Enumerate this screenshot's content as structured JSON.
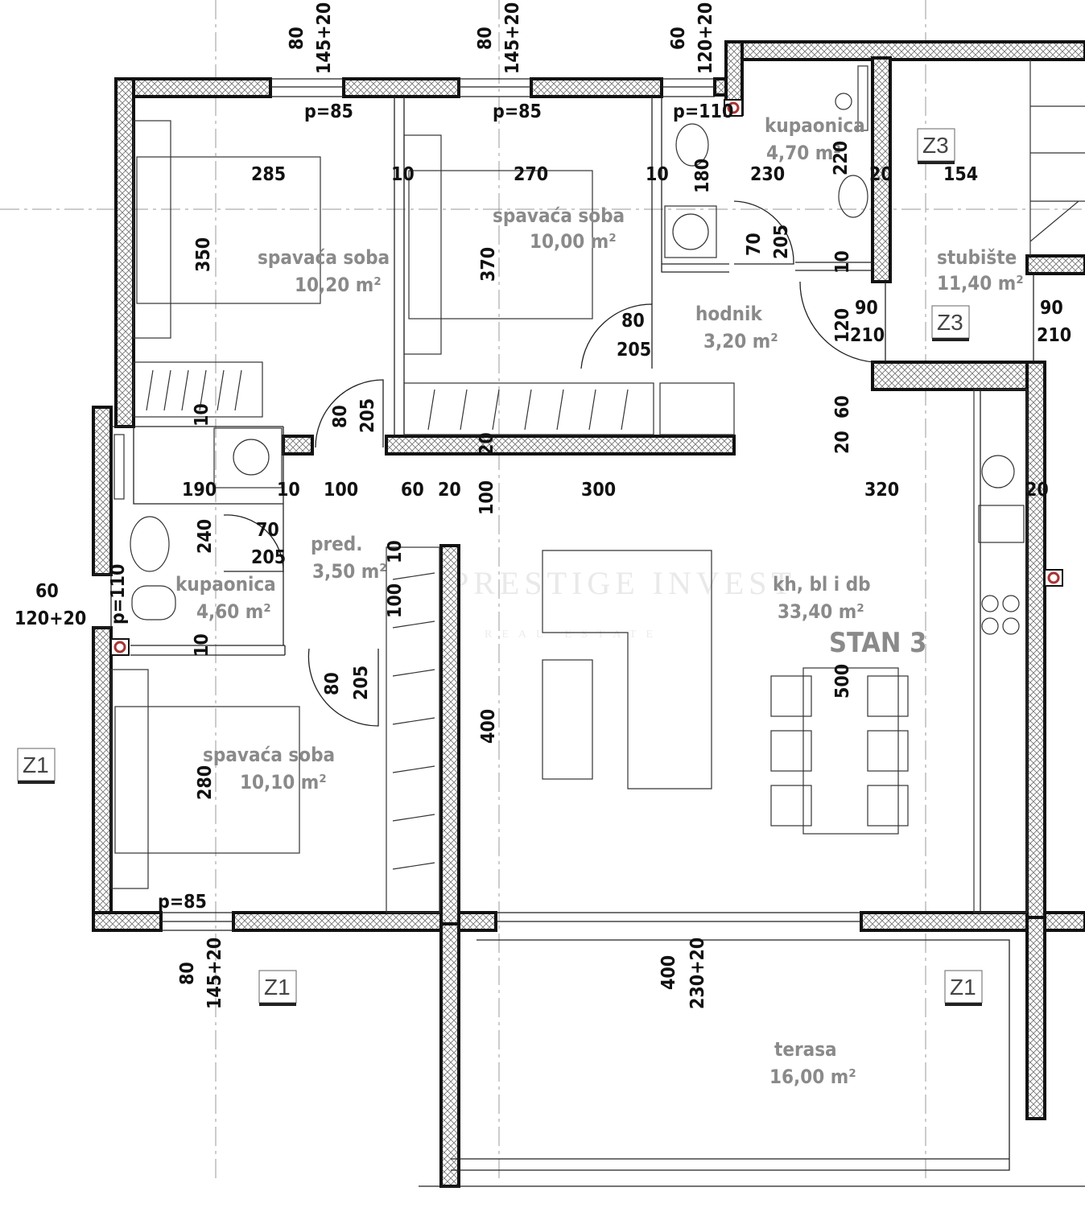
{
  "plan": {
    "apartment": "STAN 3",
    "watermark": {
      "brand": "PRESTIGE INVEST",
      "sub": "REAL ESTATE"
    },
    "rooms": [
      {
        "id": "bed1",
        "name": "spavaća soba",
        "area": "10,20 m²"
      },
      {
        "id": "bed2",
        "name": "spavaća soba",
        "area": "10,00 m²"
      },
      {
        "id": "bath-top",
        "name": "kupaonica",
        "area": "4,70 m²"
      },
      {
        "id": "stairs",
        "name": "stubište",
        "area": "11,40 m²"
      },
      {
        "id": "hall",
        "name": "hodnik",
        "area": "3,20 m²"
      },
      {
        "id": "entry",
        "name": "pred.",
        "area": "3,50 m²"
      },
      {
        "id": "bath-left",
        "name": "kupaonica",
        "area": "4,60 m²"
      },
      {
        "id": "living",
        "name": "kh, bl i db",
        "area": "33,40 m²"
      },
      {
        "id": "bed3",
        "name": "spavaća soba",
        "area": "10,10 m²"
      },
      {
        "id": "terrace",
        "name": "terasa",
        "area": "16,00 m²"
      }
    ],
    "section_tags": [
      "Z1",
      "Z3"
    ],
    "dimensions": [
      "80",
      "145+20",
      "60",
      "120+20",
      "p=85",
      "p=110",
      "285",
      "10",
      "270",
      "180",
      "230",
      "220",
      "20",
      "154",
      "350",
      "370",
      "70",
      "205",
      "90",
      "210",
      "120",
      "210",
      "205",
      "10",
      "190",
      "100",
      "60",
      "300",
      "320",
      "240",
      "110",
      "280",
      "500",
      "400",
      "230+20",
      "p=110"
    ]
  }
}
